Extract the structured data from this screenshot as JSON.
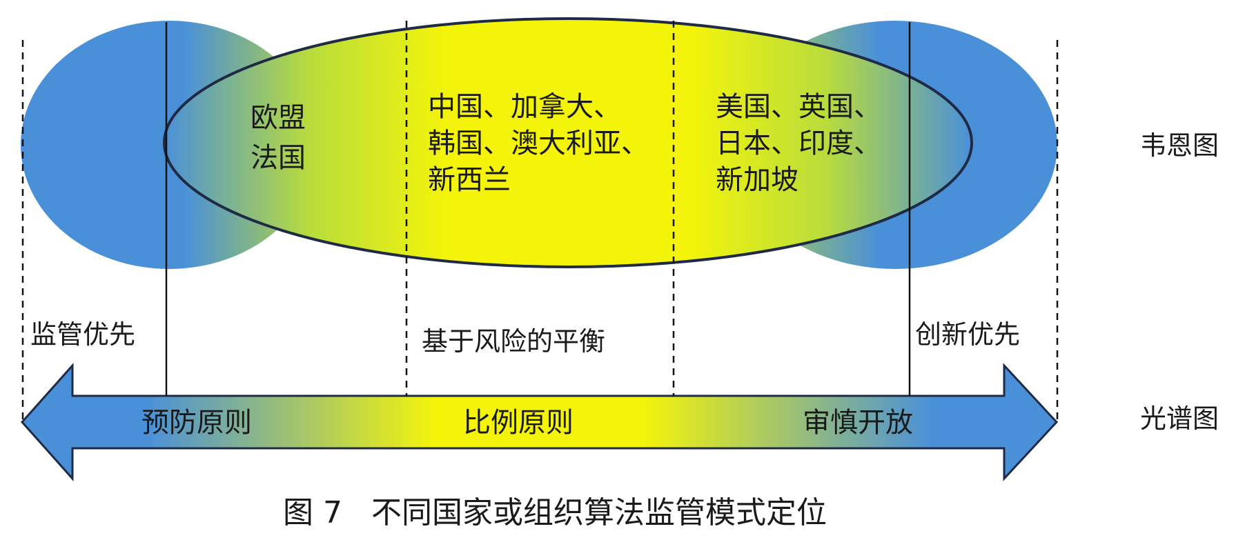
{
  "venn": {
    "left_top": "欧盟",
    "left_bottom": "法国",
    "center_lines": [
      "中国、加拿大、",
      "韩国、澳大利亚、",
      "新西兰"
    ],
    "right_lines": [
      "美国、英国、",
      "日本、印度、",
      "新加坡"
    ],
    "side_label": "韦恩图"
  },
  "spectrum": {
    "left_label": "监管优先",
    "center_label": "基于风险的平衡",
    "right_label": "创新优先",
    "arrow_left": "预防原则",
    "arrow_center": "比例原则",
    "arrow_right": "审慎开放",
    "side_label": "光谱图"
  },
  "caption": "图 7   不同国家或组织算法监管模式定位",
  "colors": {
    "blue": "#4a90d9",
    "yellow": "#f4f40a",
    "outline": "#1f2b45",
    "line": "#111111"
  }
}
